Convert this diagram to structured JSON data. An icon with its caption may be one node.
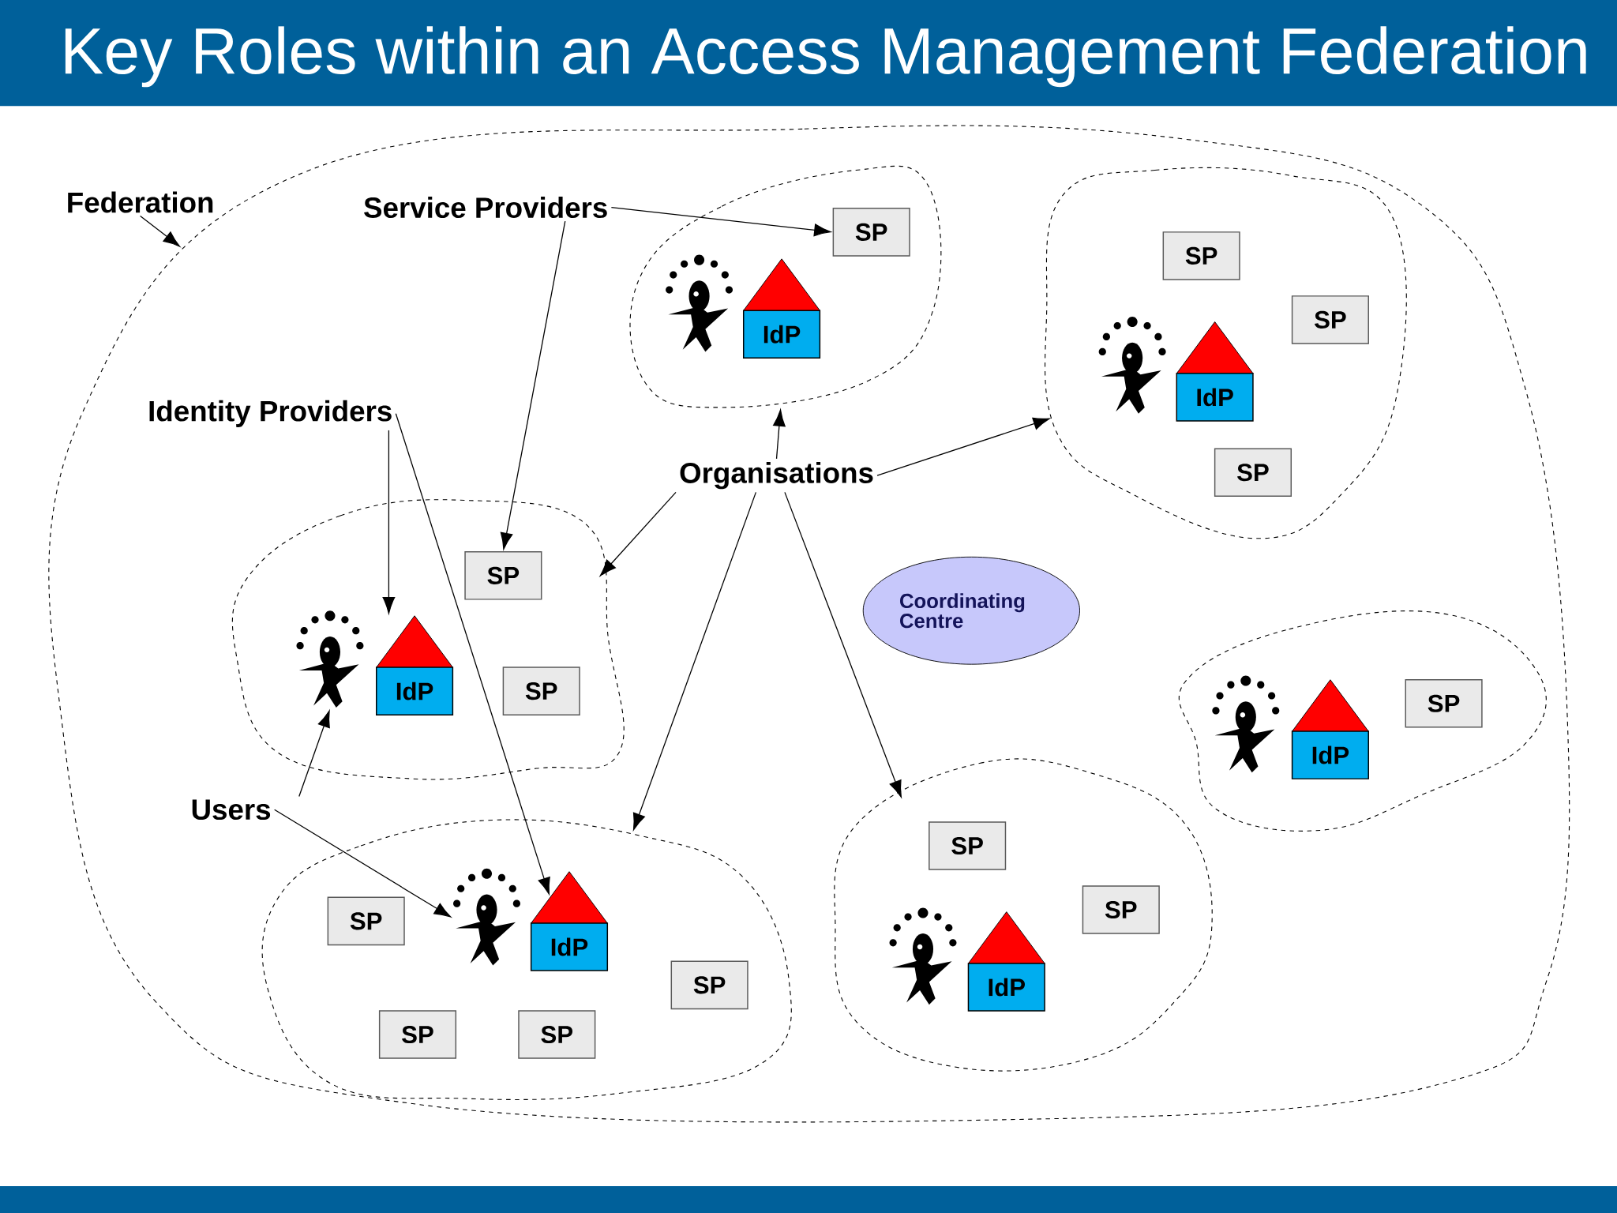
{
  "diagram": {
    "title": "Key Roles within an Access Management Federation",
    "nodes": [
      {
        "text": [],
        "shape": "cloud"
      },
      {
        "text": [
          "Federation"
        ]
      },
      {
        "text": [
          "Service Providers"
        ],
        "in": 0
      },
      {
        "text": [
          "Identity Providers"
        ],
        "in": 0
      },
      {
        "text": [
          "Organisations"
        ],
        "in": 0
      },
      {
        "text": [
          "Users"
        ],
        "in": 0
      },
      {
        "text": [
          "Coordinating Centre"
        ],
        "in": 0
      },
      {
        "text": [],
        "shape": "cloud",
        "in": 0
      },
      {
        "text": [
          "SP"
        ],
        "in": 7
      },
      {
        "text": [],
        "shape": "person",
        "in": 7
      },
      {
        "text": [
          "IdP"
        ],
        "in": 7
      },
      {
        "text": [],
        "shape": "cloud",
        "in": 0
      },
      {
        "text": [
          "SP"
        ],
        "in": 11
      },
      {
        "text": [
          "SP"
        ],
        "in": 11
      },
      {
        "text": [],
        "shape": "person",
        "in": 11
      },
      {
        "text": [
          "IdP"
        ],
        "in": 11
      },
      {
        "text": [
          "SP"
        ],
        "in": 11
      },
      {
        "text": [],
        "shape": "cloud",
        "in": 0
      },
      {
        "text": [
          "SP"
        ],
        "in": 17
      },
      {
        "text": [],
        "shape": "person",
        "in": 17
      },
      {
        "text": [
          "IdP"
        ],
        "in": 17
      },
      {
        "text": [
          "SP"
        ],
        "in": 17
      },
      {
        "text": [],
        "shape": "cloud",
        "in": 0
      },
      {
        "text": [],
        "shape": "person",
        "in": 22
      },
      {
        "text": [
          "IdP"
        ],
        "in": 22
      },
      {
        "text": [
          "SP"
        ],
        "in": 22
      },
      {
        "text": [],
        "shape": "cloud",
        "in": 0
      },
      {
        "text": [
          "SP"
        ],
        "in": 26
      },
      {
        "text": [],
        "shape": "person",
        "in": 26
      },
      {
        "text": [
          "IdP"
        ],
        "in": 26
      },
      {
        "text": [
          "SP"
        ],
        "in": 26
      },
      {
        "text": [
          "SP"
        ],
        "in": 26
      },
      {
        "text": [
          "SP"
        ],
        "in": 26
      },
      {
        "text": [],
        "shape": "cloud",
        "in": 0
      },
      {
        "text": [
          "SP"
        ],
        "in": 33
      },
      {
        "text": [
          "SP"
        ],
        "in": 33
      },
      {
        "text": [],
        "shape": "person",
        "in": 33
      },
      {
        "text": [
          "IdP"
        ],
        "in": 33
      }
    ],
    "edges": [
      {
        "from": 1,
        "to": 0,
        "arrow": "to"
      },
      {
        "from": 2,
        "to": 8,
        "arrow": "to"
      },
      {
        "from": 2,
        "to": 18,
        "arrow": "to"
      },
      {
        "from": 3,
        "to": 20,
        "arrow": "to"
      },
      {
        "from": 3,
        "to": 29,
        "arrow": "to"
      },
      {
        "from": 4,
        "to": 7,
        "arrow": "to"
      },
      {
        "from": 4,
        "to": 11,
        "arrow": "to"
      },
      {
        "from": 4,
        "to": 17,
        "arrow": "to"
      },
      {
        "from": 4,
        "to": 26,
        "arrow": "to"
      },
      {
        "from": 4,
        "to": 33,
        "arrow": "to"
      },
      {
        "from": 5,
        "to": 19,
        "arrow": "to"
      },
      {
        "from": 5,
        "to": 28,
        "arrow": "to"
      }
    ]
  }
}
